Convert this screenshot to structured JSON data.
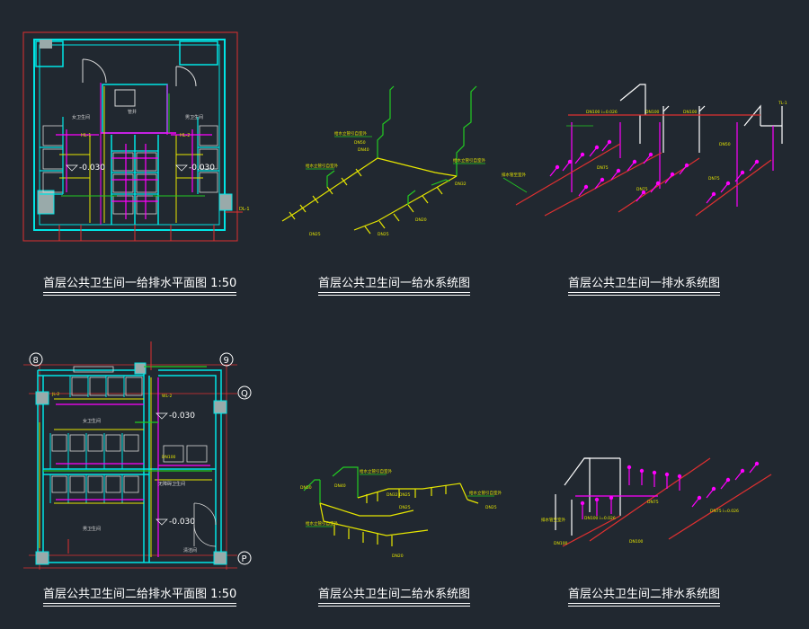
{
  "colors": {
    "background": "#212830",
    "wall": "#00e5e5",
    "supply": "#e6e600",
    "drain": "#ff00ff",
    "pipe_green": "#22cc22",
    "dim_red": "#e03030",
    "white": "#ffffff",
    "fixture": "#d8d8d8"
  },
  "titles": {
    "t1": "首层公共卫生间一给排水平面图 1:50",
    "t2": "首层公共卫生间一给水系统图",
    "t3": "首层公共卫生间一排水系统图",
    "t4": "首层公共卫生间二给排水平面图 1:50",
    "t5": "首层公共卫生间二给水系统图",
    "t6": "首层公共卫生间二排水系统图"
  },
  "plan1": {
    "elev_left": "-0.030",
    "elev_right": "-0.030",
    "room_a": "女卫生间",
    "room_b": "男卫生间",
    "room_c": "管井"
  },
  "plan2": {
    "axis_8": "8",
    "axis_9": "9",
    "axis_q": "Q",
    "axis_p": "P",
    "elev_top": "-0.030",
    "elev_bottom": "-0.030",
    "room_a": "女卫生间",
    "room_b": "男卫生间",
    "room_c": "无障碍卫生间",
    "room_d": "清洁间"
  }
}
